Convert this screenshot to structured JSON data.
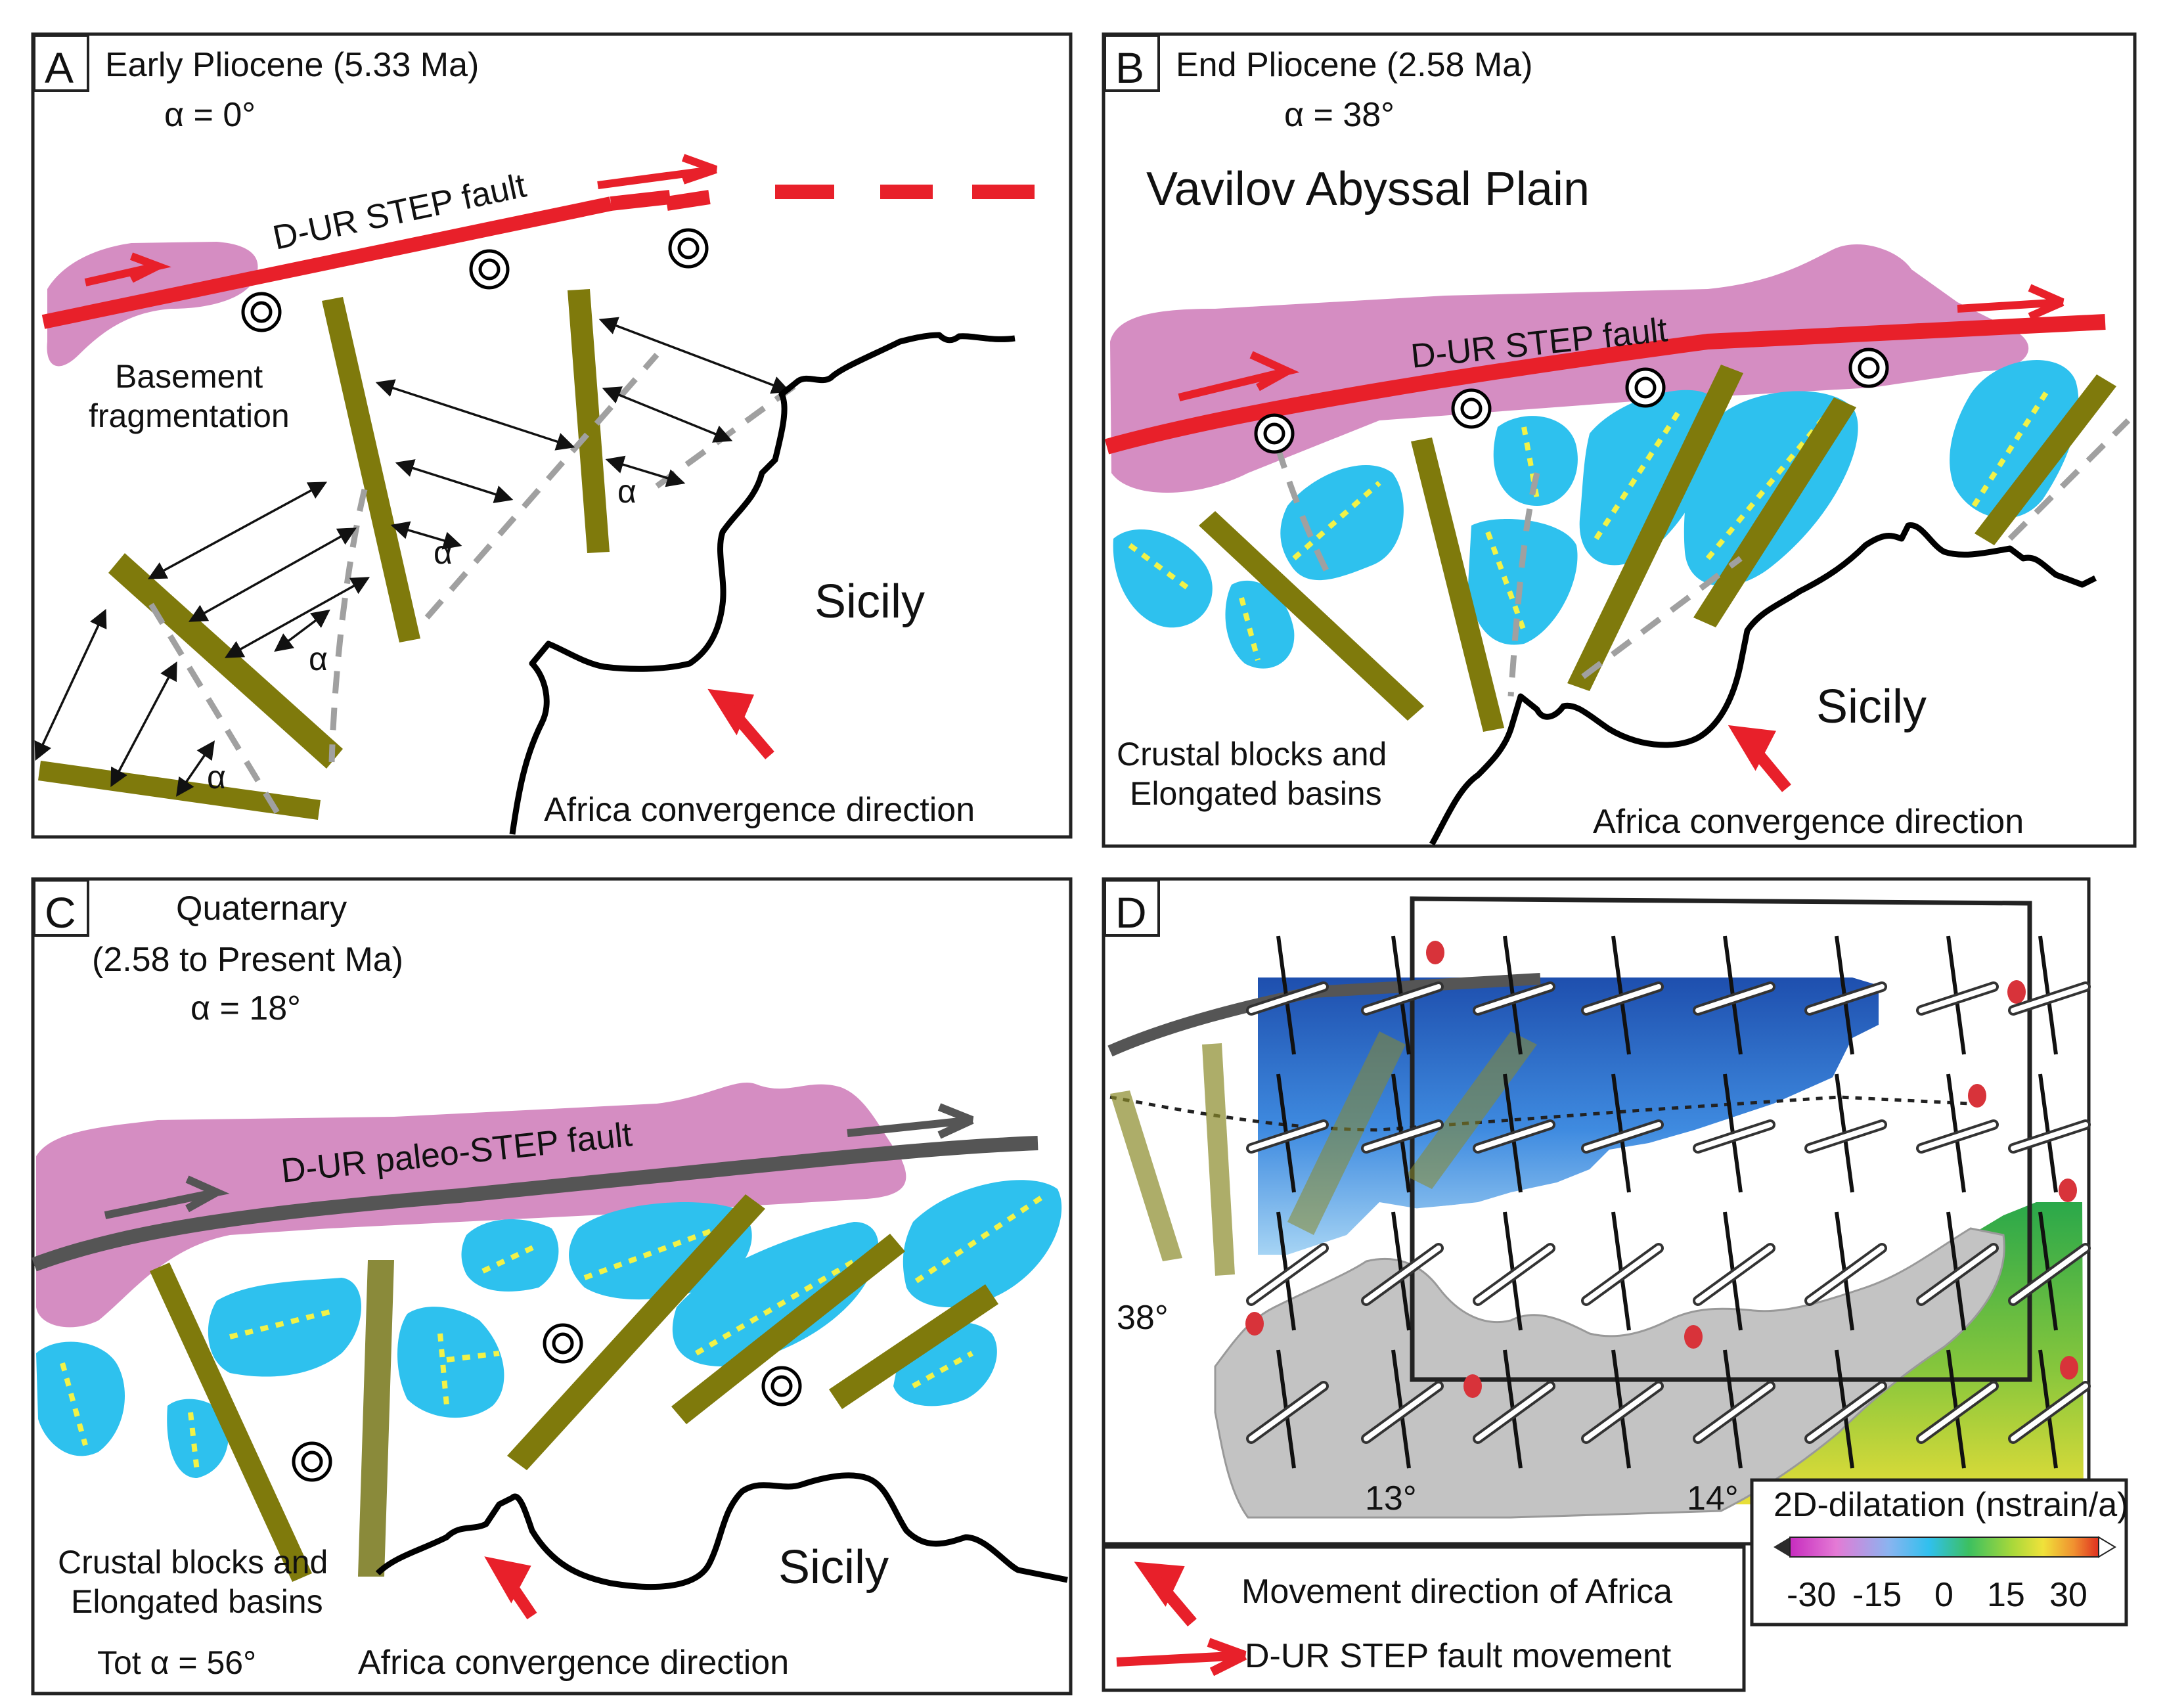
{
  "panels": {
    "a": {
      "letter": "A",
      "title": "Early Pliocene (5.33 Ma)",
      "alpha": "α = 0°",
      "fault_label": "D-UR STEP fault",
      "basement_line1": "Basement",
      "basement_line2": "fragmentation",
      "sicily": "Sicily",
      "convergence": "Africa convergence direction",
      "angle_symbol": "α"
    },
    "b": {
      "letter": "B",
      "title": "End Pliocene (2.58 Ma)",
      "alpha": "α = 38°",
      "plain": "Vavilov Abyssal Plain",
      "fault_label": "D-UR STEP fault",
      "blocks_line1": "Crustal blocks and",
      "blocks_line2": "Elongated basins",
      "sicily": "Sicily",
      "convergence": "Africa convergence direction"
    },
    "c": {
      "letter": "C",
      "title": "Quaternary",
      "subtitle": "(2.58 to Present Ma)",
      "alpha": "α = 18°",
      "fault_label": "D-UR paleo-STEP fault",
      "blocks_line1": "Crustal blocks and",
      "blocks_line2": "Elongated basins",
      "total_alpha": "Tot α = 56°",
      "sicily": "Sicily",
      "convergence": "Africa convergence direction"
    },
    "d": {
      "letter": "D",
      "lat_label": "38°",
      "lon_labels": [
        "13°",
        "14°"
      ],
      "colorbar_title": "2D-dilatation (nstrain/a)",
      "colorbar_ticks": [
        "-30",
        "-15",
        "0",
        "15",
        "30"
      ],
      "colorbar_colors": [
        "#2b2b2b",
        "#c72cbf",
        "#e47ad5",
        "#8ab4f0",
        "#30c0ee",
        "#3cc060",
        "#a8d83a",
        "#f0e23a",
        "#f09030",
        "#e03020",
        "#ffffff"
      ]
    }
  },
  "legend": {
    "movement": "Movement direction of Africa",
    "fault_movement": "D-UR STEP fault movement"
  },
  "colors": {
    "fault_red": "#e8202a",
    "paleo_fault_grey": "#555555",
    "rod_olive": "#7f7a0c",
    "block_blue": "#2ec1ee",
    "basin_yellow": "#f2f247",
    "fragment_pink": "#d58dc2"
  }
}
